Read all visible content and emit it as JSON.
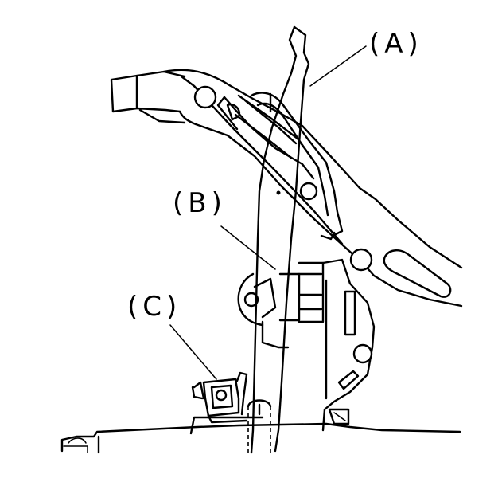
{
  "figure": {
    "labels": {
      "a": "(A)",
      "b": "(B)",
      "c": "(C)"
    }
  }
}
